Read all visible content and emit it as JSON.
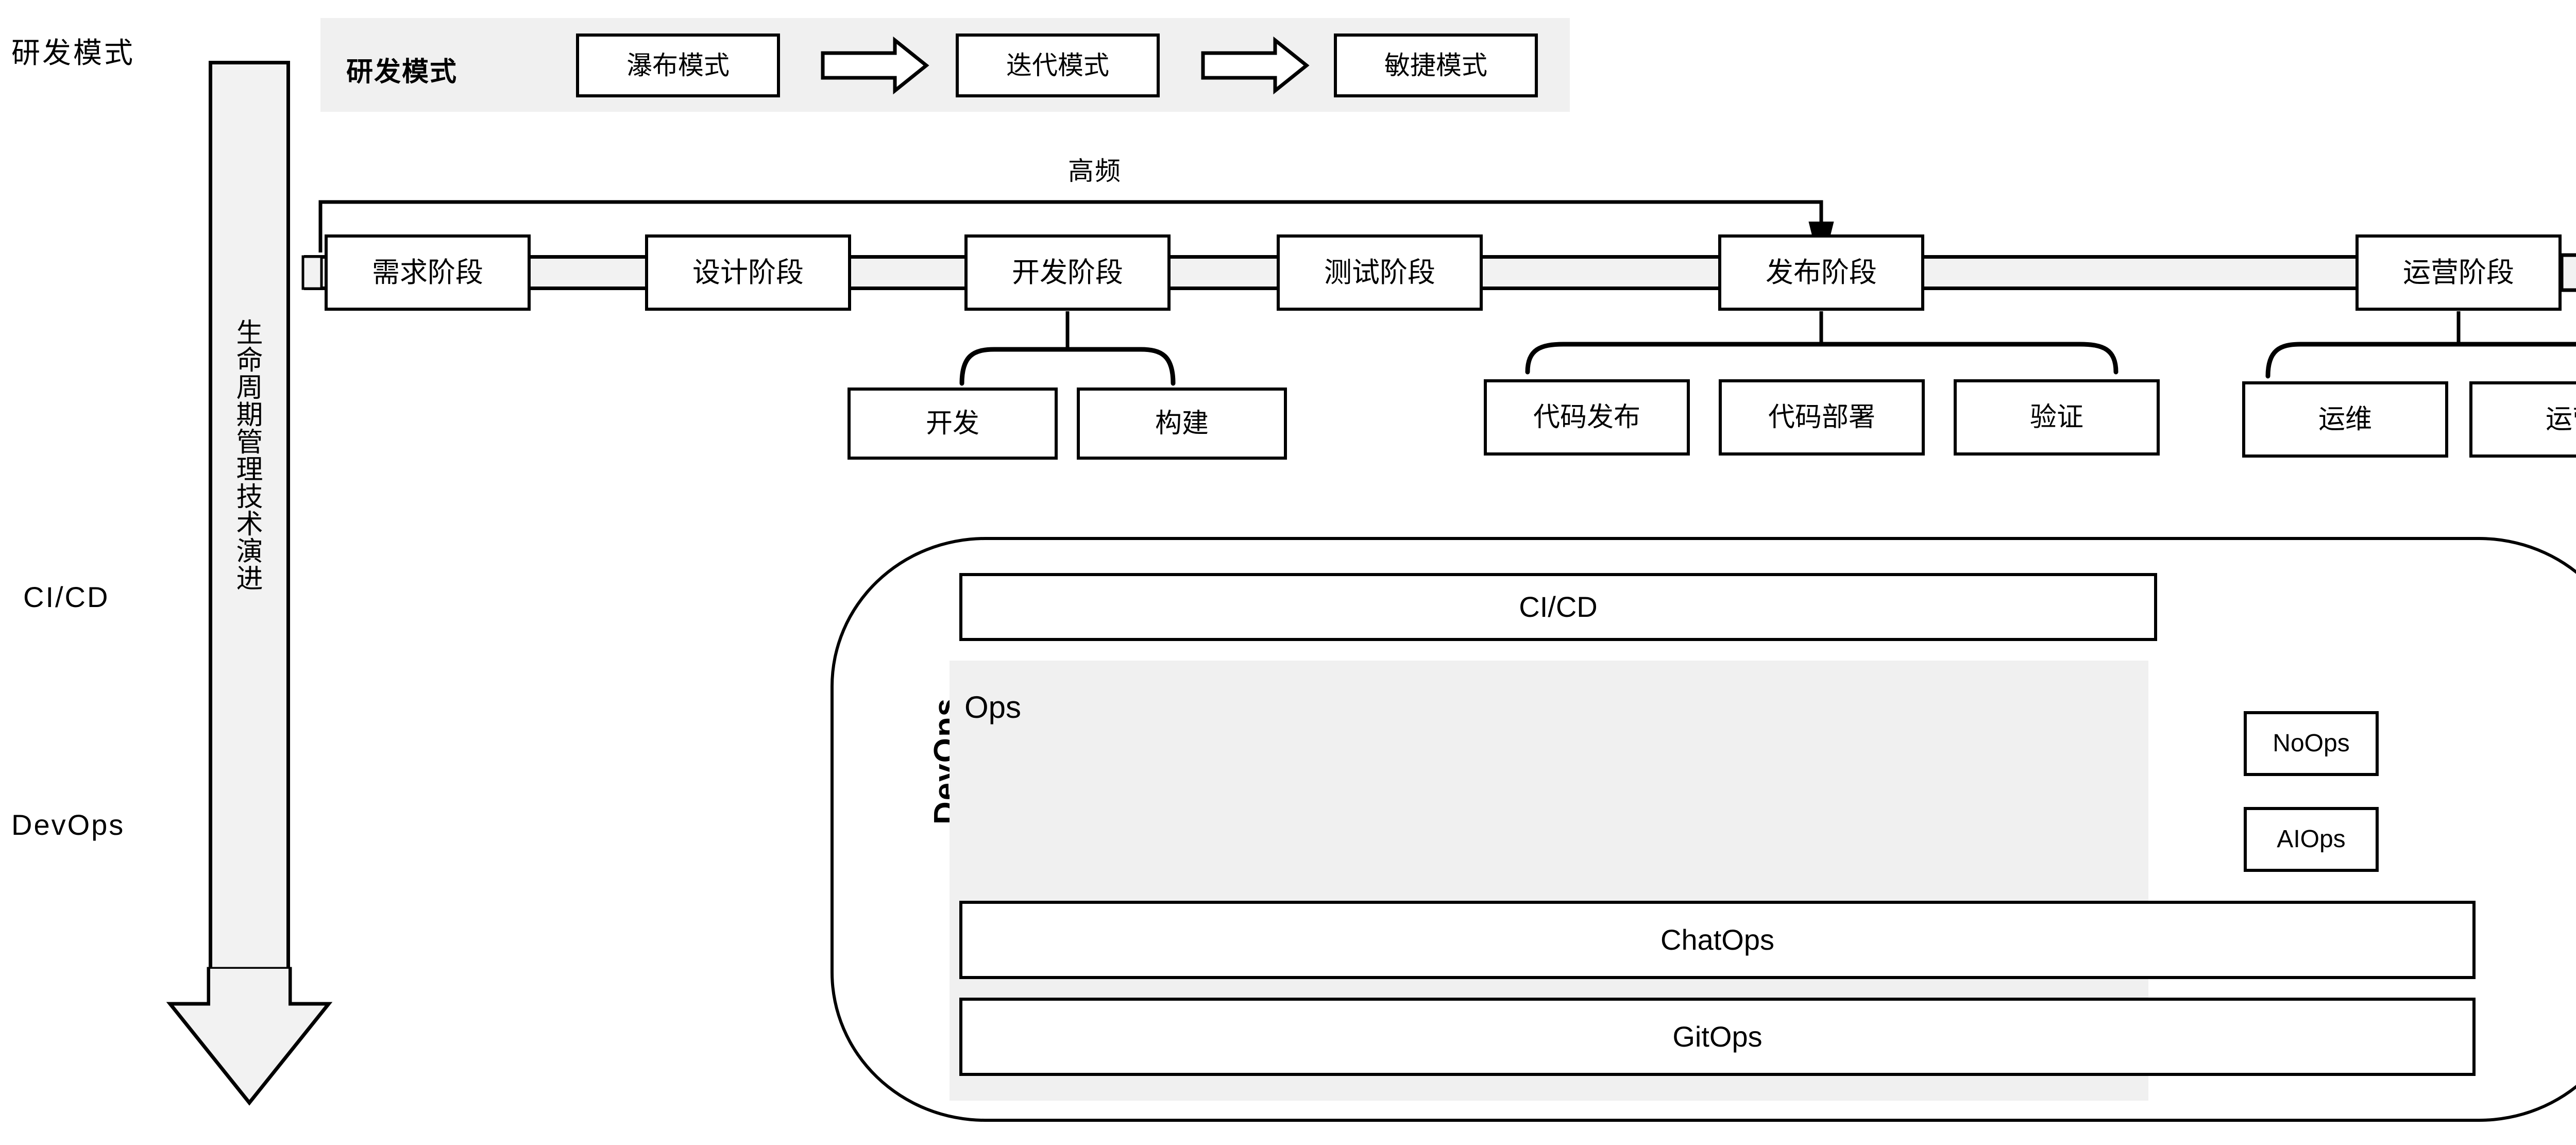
{
  "diagram": {
    "title_axis_labels": {
      "dev_mode": "研发模式",
      "cicd": "CI/CD",
      "devops": "DevOps"
    },
    "evolution_arrow": {
      "label": "生命周期管理技术演进",
      "icon": "down-arrow-icon",
      "fill": "#f2f2f2",
      "stroke": "#000000"
    },
    "mode_band": {
      "title": "研发模式",
      "background": "#f0f0f0",
      "stages": [
        {
          "label": "瀑布模式"
        },
        {
          "label": "迭代模式"
        },
        {
          "label": "敏捷模式"
        }
      ],
      "arrow_icon": "right-arrow-icon"
    },
    "feedback": {
      "label": "高频",
      "from": "需求阶段",
      "to": "发布阶段",
      "arrow_icon": "down-arrowhead-icon"
    },
    "pipeline": {
      "band_fill": "#f2f2f2",
      "end_arrow_icon": "right-chevron-arrow-icon",
      "stages": [
        {
          "label": "需求阶段",
          "children": []
        },
        {
          "label": "设计阶段",
          "children": []
        },
        {
          "label": "开发阶段",
          "children": [
            {
              "label": "开发"
            },
            {
              "label": "构建"
            }
          ]
        },
        {
          "label": "测试阶段",
          "children": []
        },
        {
          "label": "发布阶段",
          "children": [
            {
              "label": "代码发布"
            },
            {
              "label": "代码部署"
            },
            {
              "label": "验证"
            }
          ]
        },
        {
          "label": "运营阶段",
          "children": [
            {
              "label": "运维"
            },
            {
              "label": "运营"
            }
          ]
        }
      ]
    },
    "devops_container": {
      "label": "DevOps",
      "cicd_bar": {
        "label": "CI/CD"
      },
      "ops_region": {
        "label": "Ops",
        "background": "#f0f0f0",
        "right_items": [
          {
            "label": "NoOps"
          },
          {
            "label": "AIOps"
          }
        ],
        "wide_items": [
          {
            "label": "ChatOps"
          },
          {
            "label": "GitOps"
          }
        ]
      }
    }
  }
}
